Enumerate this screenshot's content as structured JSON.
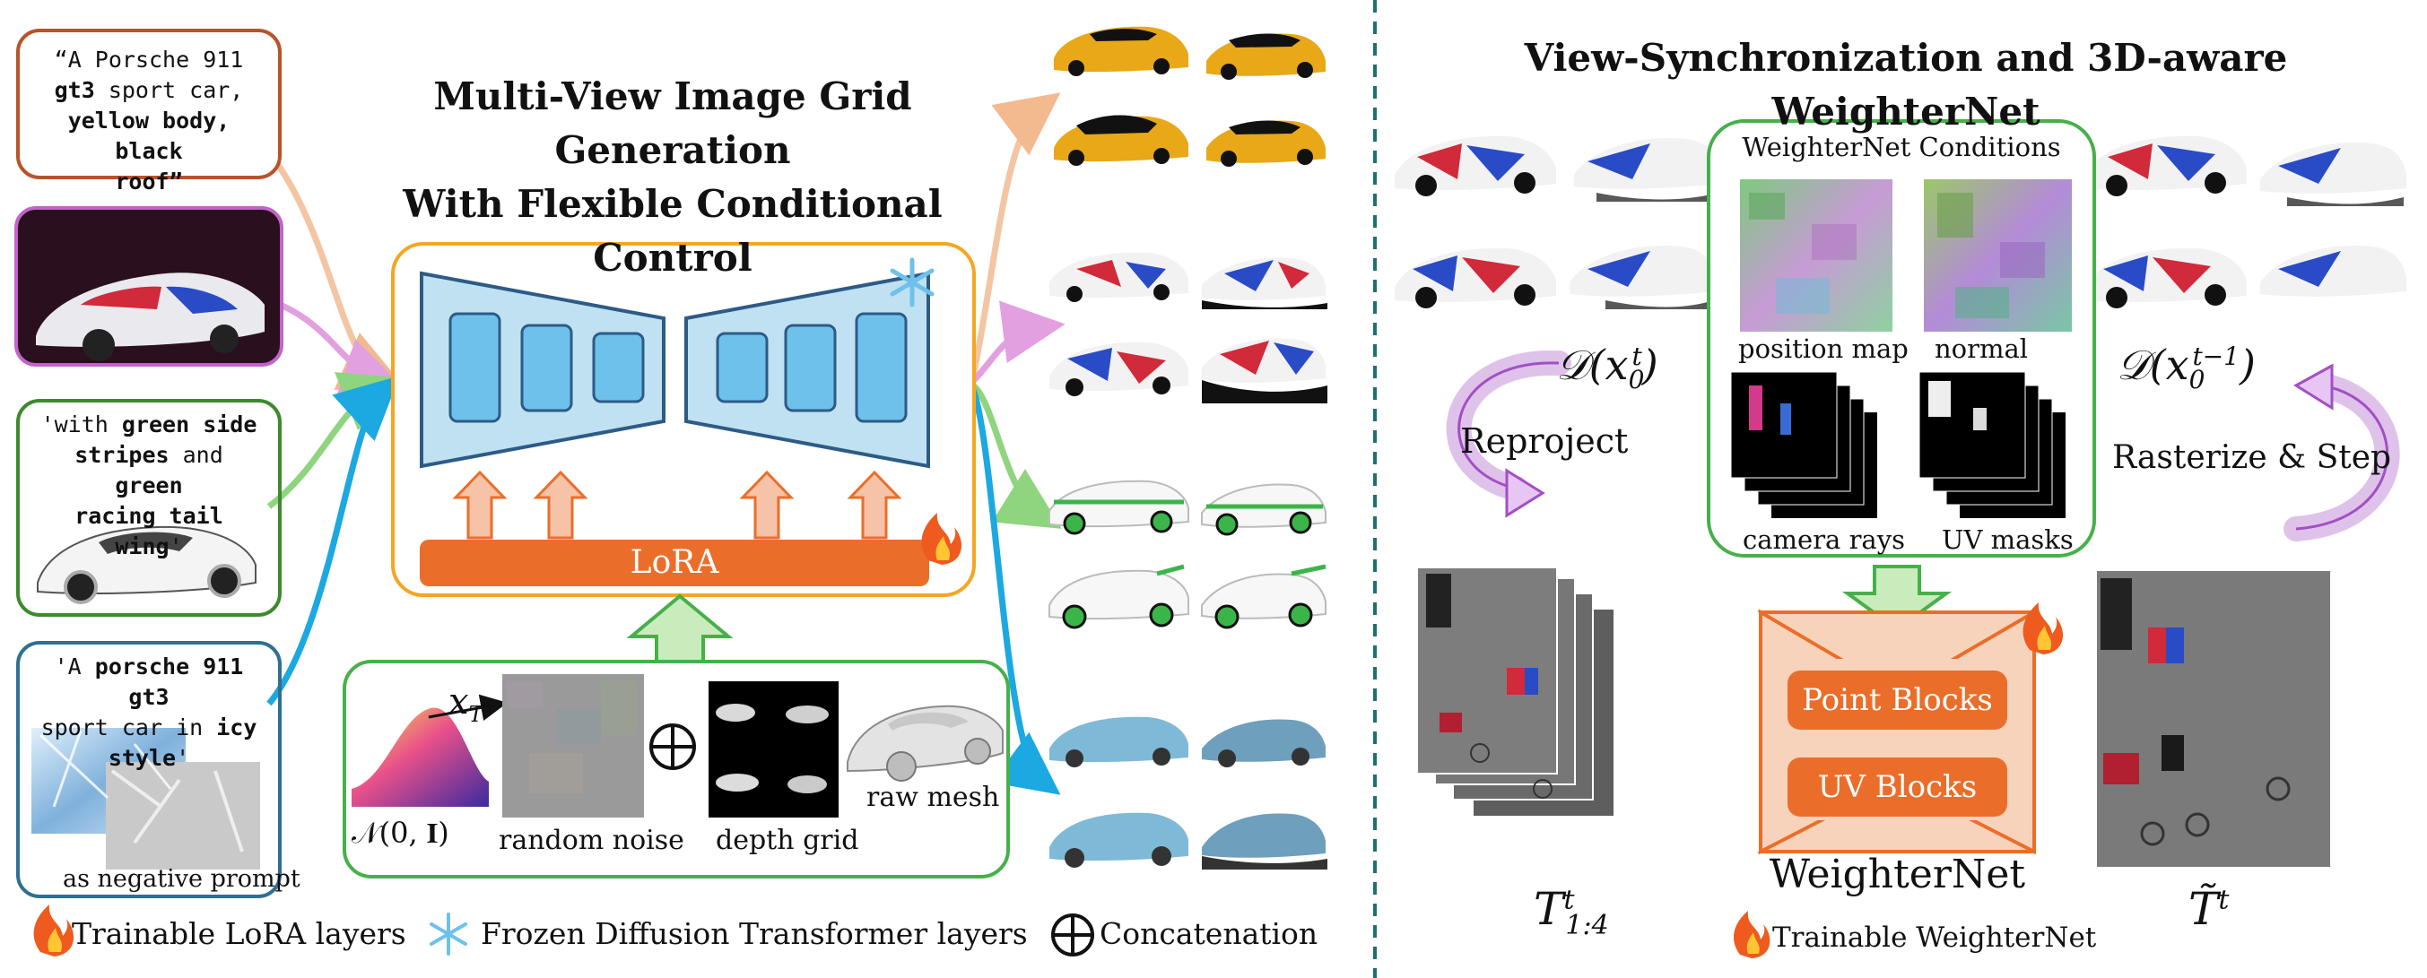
{
  "left_title": {
    "line1": "Multi-View Image Grid Generation",
    "line2": "With Flexible Conditional Control"
  },
  "right_title": "View-Synchronization and 3D-aware WeighterNet",
  "prompts": {
    "p1": {
      "l1": "“A Porsche 911",
      "l2a": "gt3",
      "l2b": " sport car,",
      "l3": "yellow body, black",
      "l4": "roof”"
    },
    "p3": {
      "l1a": "'with ",
      "l1b": "green side",
      "l2a": "stripes",
      "l2b": " and ",
      "l2c": "green",
      "l3a": "racing tail wing",
      "l3b": "'"
    },
    "p4": {
      "l1a": "'A ",
      "l1b": "porsche 911 gt3",
      "l2a": "sport car in ",
      "l2b": "icy style",
      "l2c": "'",
      "neg": "as negative prompt"
    }
  },
  "lora_label": "LoRA",
  "inputs": {
    "xT": "x",
    "xT_sub": "T",
    "normal_dist": "𝒩(0, 𝐈)",
    "random_noise": "random noise",
    "depth_grid": "depth grid",
    "raw_mesh": "raw mesh"
  },
  "legend": {
    "trainable_lora": "Trainable LoRA layers",
    "frozen": "Frozen Diffusion Transformer layers",
    "concat": "Concatenation",
    "trainable_weighter": "Trainable WeighterNet"
  },
  "weighter_conditions": {
    "title": "WeighterNet Conditions",
    "position_map": "position map",
    "normal": "normal",
    "camera_rays": "camera rays",
    "uv_masks": "UV masks"
  },
  "weighter": {
    "point_blocks": "Point Blocks",
    "uv_blocks": "UV Blocks",
    "name": "WeighterNet"
  },
  "math": {
    "d_xt": "𝒟(x",
    "d_xt_sub": "0",
    "d_xt_sup": "t",
    "d_xt1_sup": "t−1",
    "T_tex": "T",
    "T_sub": "1:4",
    "T_sup": "t",
    "T_tilde": "T̃",
    "T_tilde_sup": "t"
  },
  "actions": {
    "reproject": "Reproject",
    "rasterize": "Rasterize & Step"
  },
  "colors": {
    "orange": "#ea6e2a",
    "orange_box": "#f5a623",
    "green": "#46b04a",
    "light_blue": "#bfe1f2",
    "blue_block": "#6ec1ea",
    "blue_edge": "#2d5b86",
    "purple": "#a34fc4",
    "teal_divider": "#1f6f6f",
    "car_yellow": "#e8a818",
    "car_blue": "#7fb9d8"
  }
}
